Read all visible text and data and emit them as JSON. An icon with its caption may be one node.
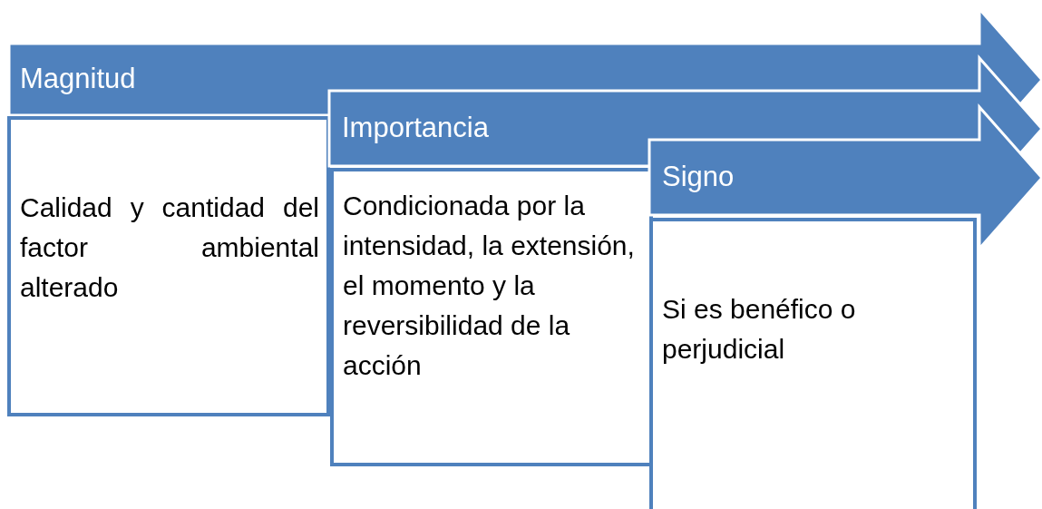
{
  "diagram": {
    "nodes": [
      {
        "text": [
          "Magnitud"
        ]
      },
      {
        "text": [
          "Calidad y cantidad del factor ambiental alterado"
        ]
      },
      {
        "text": [
          "Importancia"
        ]
      },
      {
        "text": [
          "Condicionada por la intensidad, la extensión, el momento y la reversibilidad de la acción"
        ]
      },
      {
        "text": [
          "Signo"
        ]
      },
      {
        "text": [
          "Si es benéfico o perjudicial"
        ]
      }
    ]
  }
}
